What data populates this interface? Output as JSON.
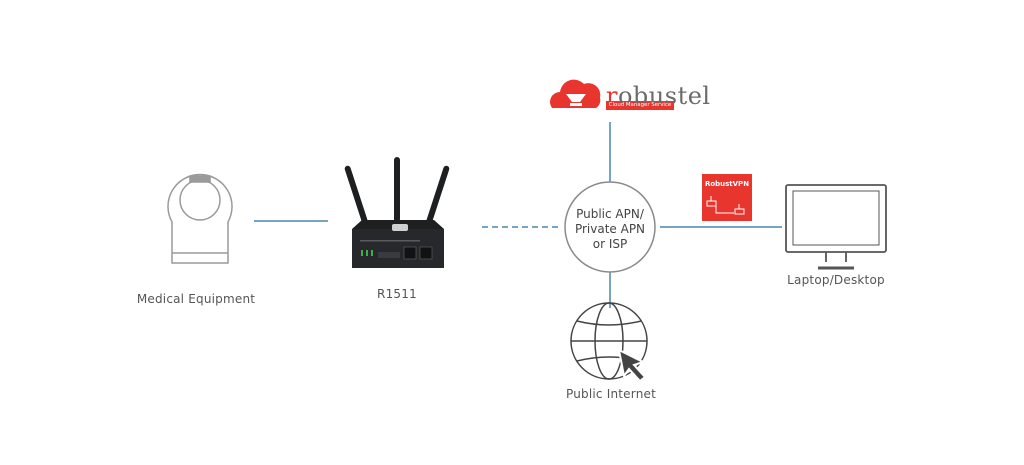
{
  "nodes": {
    "medical_equipment": "Medical Equipment",
    "router": "R1511",
    "hub_lines": [
      "Public APN/",
      "Private APN",
      "or ISP"
    ],
    "laptop": "Laptop/Desktop",
    "internet": "Public Internet"
  },
  "cloud_brand": {
    "name": "robustel",
    "tagline": "Cloud Manager Service"
  },
  "vpn_badge": "RobustVPN",
  "colors": {
    "link_line": "#4a86b0",
    "brand_red": "#e8352e",
    "outline": "#9a9a9a",
    "router_body": "#1e1f21"
  }
}
